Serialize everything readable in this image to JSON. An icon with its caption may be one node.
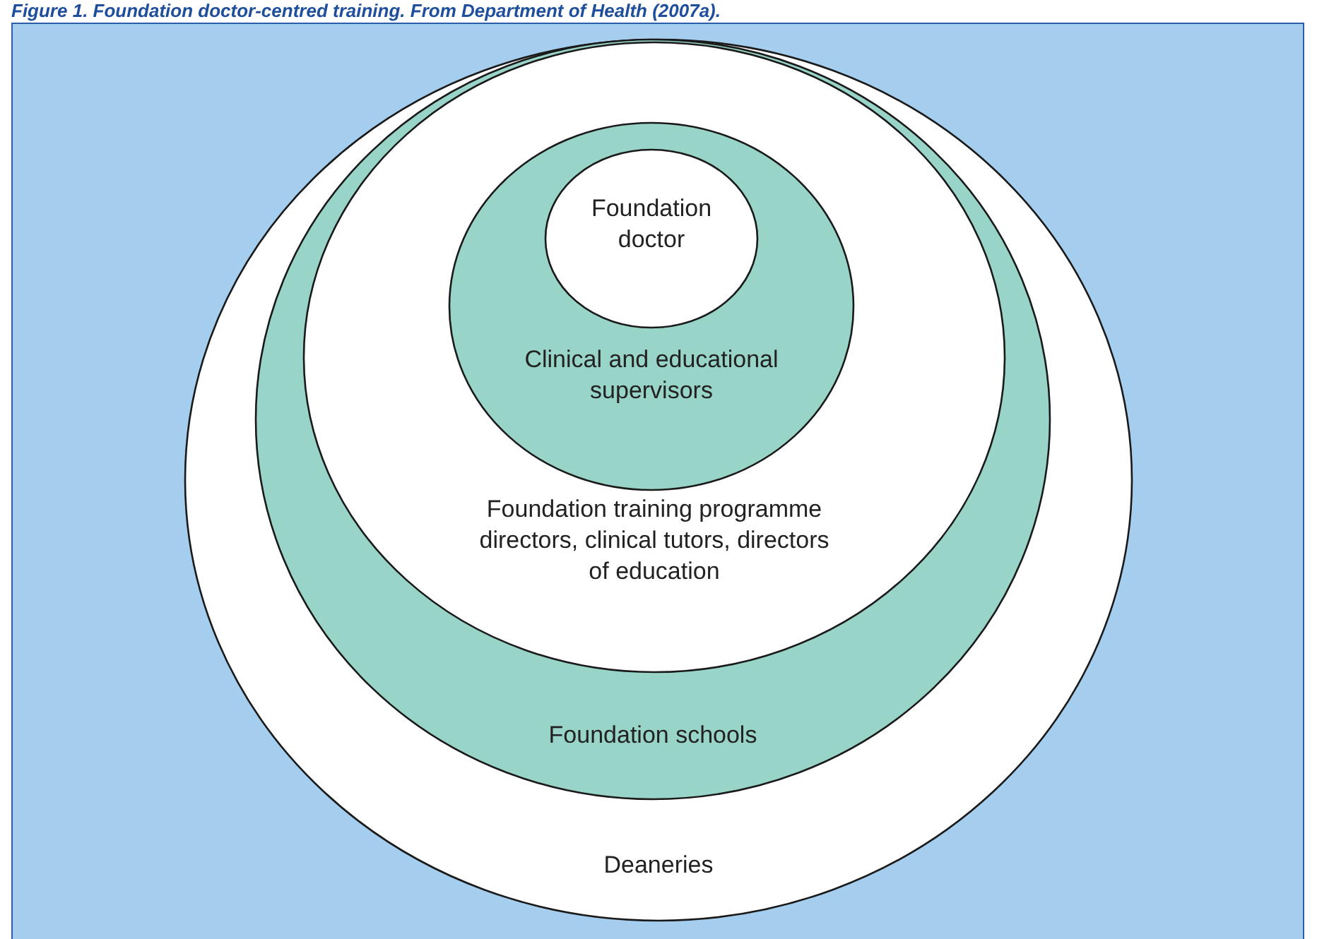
{
  "diagram": {
    "title": "Figure 1. Foundation doctor-centred training. From Department of Health (2007a).",
    "nodes": [
      {
        "text": [
          "Deaneries"
        ]
      },
      {
        "text": [
          "Foundation schools"
        ],
        "in": 0
      },
      {
        "text": [
          "Foundation training programme directors, clinical tutors, directors of education"
        ],
        "in": 1
      },
      {
        "text": [
          "Clinical and educational supervisors"
        ],
        "in": 2
      },
      {
        "text": [
          "Foundation doctor"
        ],
        "in": 3
      }
    ]
  }
}
